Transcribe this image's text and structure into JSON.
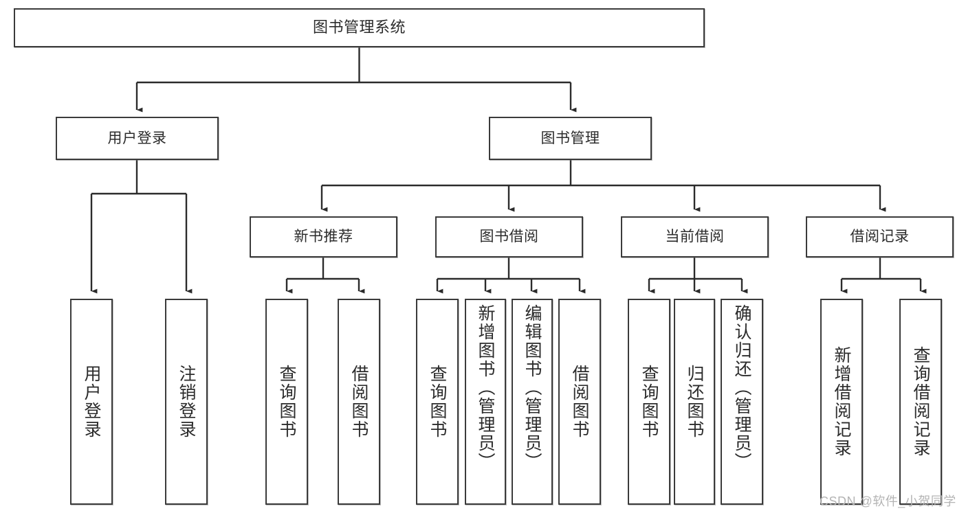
{
  "diagram": {
    "title": "图书管理系统",
    "type": "tree",
    "watermark": "CSDN @软件_小贺同学",
    "colors": {
      "box_border": "#3a3a3a",
      "box_fill": "#ffffff",
      "edge": "#2b2b2b",
      "text": "#2b2b2b",
      "watermark": "#b4b4b4",
      "background": "#ffffff"
    },
    "levels": {
      "root": {
        "label": "图书管理系统"
      },
      "level2": [
        {
          "label": "用户登录"
        },
        {
          "label": "图书管理"
        }
      ],
      "level3": [
        {
          "label": "新书推荐"
        },
        {
          "label": "图书借阅"
        },
        {
          "label": "当前借阅"
        },
        {
          "label": "借阅记录"
        }
      ],
      "leaves": {
        "user_login": [
          {
            "label": "用户登录"
          },
          {
            "label": "注销登录"
          }
        ],
        "new_book_recommend": [
          {
            "label": "查询图书"
          },
          {
            "label": "借阅图书"
          }
        ],
        "book_borrow": [
          {
            "label": "查询图书"
          },
          {
            "label": "新增图书（管理员）"
          },
          {
            "label": "编辑图书（管理员）"
          },
          {
            "label": "借阅图书"
          }
        ],
        "current_borrow": [
          {
            "label": "查询图书"
          },
          {
            "label": "归还图书"
          },
          {
            "label": "确认归还（管理员）"
          }
        ],
        "borrow_record": [
          {
            "label": "新增借阅记录"
          },
          {
            "label": "查询借阅记录"
          }
        ]
      }
    }
  }
}
